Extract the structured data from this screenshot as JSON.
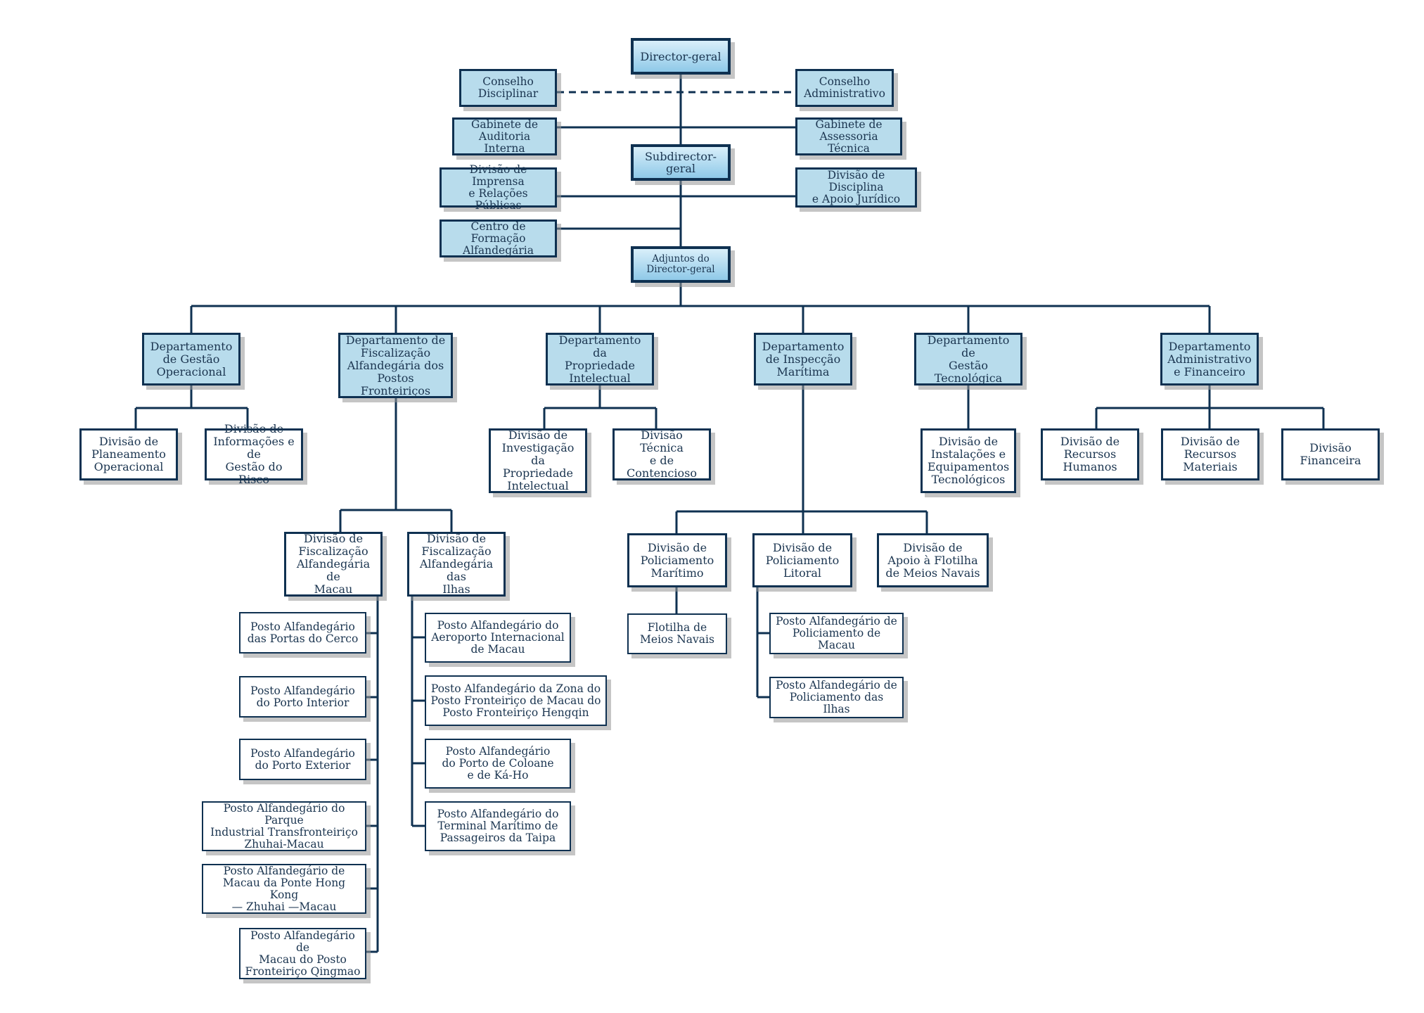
{
  "chart": {
    "director_geral": "Director-geral",
    "conselho_disciplinar": "Conselho\nDisciplinar",
    "conselho_administrativo": "Conselho\nAdministrativo",
    "gabinete_auditoria": "Gabinete de\nAuditoria Interna",
    "gabinete_assessoria": "Gabinete de\nAssessoria Técnica",
    "subdirector_geral": "Subdirector-geral",
    "divisao_imprensa": "Divisão de Imprensa\ne Relações Públicas",
    "divisao_disciplina": "Divisão de Disciplina\ne Apoio Jurídico",
    "centro_formacao": "Centro de Formação\nAlfandegária",
    "adjuntos": "Adjuntos do\nDirector-geral",
    "departments": [
      {
        "name": "Departamento\nde Gestão\nOperacional",
        "divisions": [
          "Divisão de\nPlaneamento\nOperacional",
          "Divisão de\nInformações e de\nGestão do Risco"
        ]
      },
      {
        "name": "Departamento de\nFiscalização\nAlfandegária dos\nPostos Fronteiriços",
        "divisions": [
          "Divisão de\nFiscalização\nAlfandegária de\nMacau",
          "Divisão de\nFiscalização\nAlfandegária das\nIlhas"
        ],
        "postos_macau": [
          "Posto Alfandegário\ndas Portas do Cerco",
          "Posto Alfandegário\ndo Porto Interior",
          "Posto Alfandegário\ndo Porto Exterior",
          "Posto Alfandegário do Parque\nIndustrial Transfronteiriço\nZhuhai-Macau",
          "Posto Alfandegário de\nMacau da Ponte Hong Kong\n— Zhuhai —Macau",
          "Posto Alfandegário de\nMacau do Posto\nFronteiriço Qingmao"
        ],
        "postos_ilhas": [
          "Posto Alfandegário do\nAeroporto Internacional\nde Macau",
          "Posto Alfandegário da Zona do\nPosto Fronteiriço de Macau do\nPosto Fronteiriço Hengqin",
          "Posto Alfandegário\ndo Porto de Coloane\ne de Ká-Ho",
          "Posto Alfandegário do\nTerminal Marítimo de\nPassageiros da Taipa"
        ]
      },
      {
        "name": "Departamento da\nPropriedade\nIntelectual",
        "divisions": [
          "Divisão de\nInvestigação da\nPropriedade\nIntelectual",
          "Divisão Técnica\ne de Contencioso"
        ]
      },
      {
        "name": "Departamento\nde Inspecção\nMarítima",
        "divisions": [
          "Divisão de\nPoliciamento\nMarítimo",
          "Divisão de\nPoliciamento\nLitoral",
          "Divisão de\nApoio à Flotilha\nde Meios Navais"
        ],
        "flotilha": "Flotilha de\nMeios Navais",
        "postos_litoral": [
          "Posto Alfandegário de\nPoliciamento de Macau",
          "Posto Alfandegário de\nPoliciamento das Ilhas"
        ]
      },
      {
        "name": "Departamento de\nGestão\nTecnológica",
        "divisions": [
          "Divisão de\nInstalações e\nEquipamentos\nTecnológicos"
        ]
      },
      {
        "name": "Departamento\nAdministrativo\ne Financeiro",
        "divisions": [
          "Divisão de\nRecursos\nHumanos",
          "Divisão de\nRecursos\nMateriais",
          "Divisão\nFinanceira"
        ]
      }
    ]
  }
}
